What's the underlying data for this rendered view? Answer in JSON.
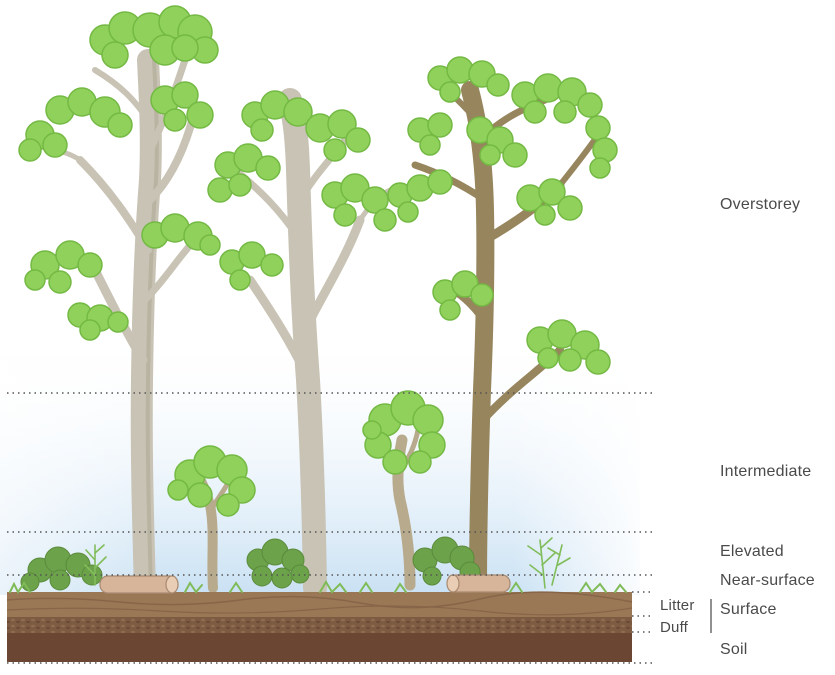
{
  "layers": {
    "overstorey": "Overstorey",
    "intermediate": "Intermediate",
    "elevated": "Elevated",
    "near_surface": "Near-surface",
    "surface": "Surface",
    "litter": "Litter",
    "duff": "Duff",
    "soil": "Soil"
  },
  "colors": {
    "leaf": "#8fd15a",
    "leaf_shade": "#74b944",
    "grey_trunk": "#c8c3b4",
    "brown_trunk": "#96855d",
    "shrub": "#6ca24a",
    "litter": "#9a7856",
    "duff": "#7a5a42",
    "soil": "#6b4632",
    "sky": "#d9ebf8",
    "dotted_line": "#555555",
    "label_text": "#4a4a4a"
  }
}
